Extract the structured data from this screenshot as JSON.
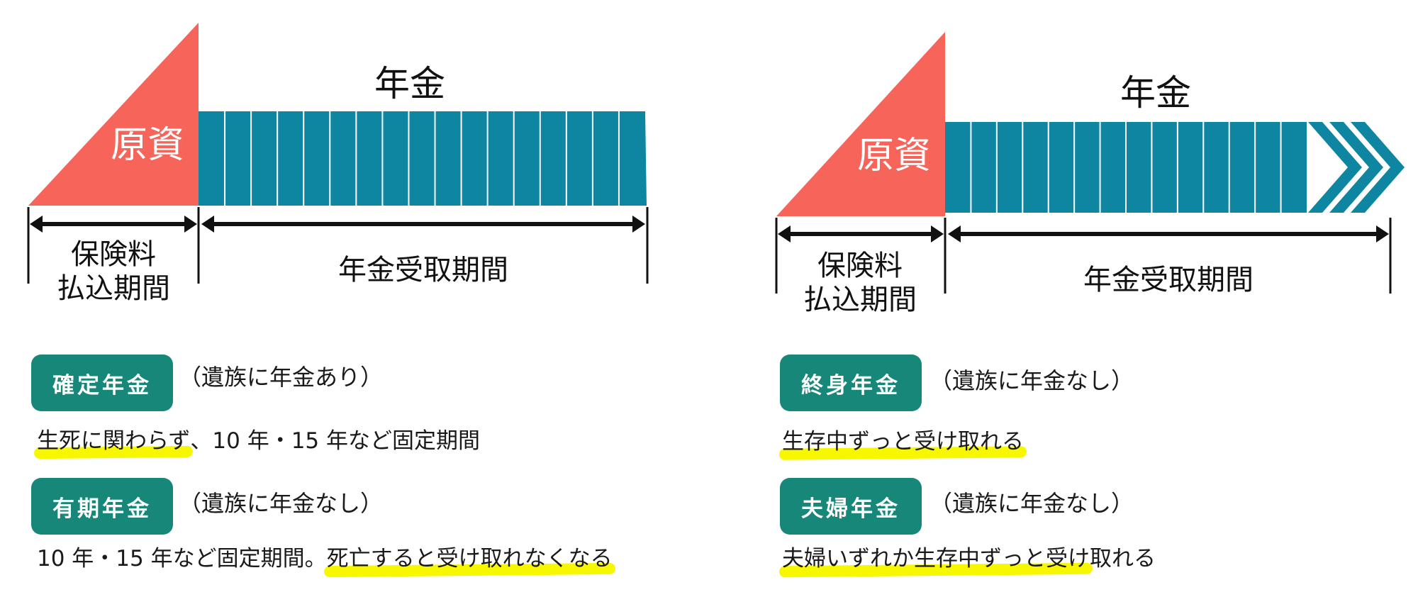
{
  "colors": {
    "principal": "#f7645a",
    "bars": "#0e86a2",
    "badge": "#17877a",
    "highlight": "#f7f700"
  },
  "left": {
    "diagram": {
      "pension_label": "年金",
      "principal_label": "原資",
      "pay_period_line1": "保険料",
      "pay_period_line2": "払込期間",
      "receive_period": "年金受取期間"
    },
    "items": [
      {
        "badge": "確定年金",
        "note": "（遺族に年金あり）",
        "desc_hl": "生死に関わらず",
        "desc_rest": "、10 年・15 年など固定期間"
      },
      {
        "badge": "有期年金",
        "note": "（遺族に年金なし）",
        "desc_plain": "10 年・15 年など固定期間。",
        "desc_hl": "死亡すると受け取れなくなる"
      }
    ]
  },
  "right": {
    "diagram": {
      "pension_label": "年金",
      "principal_label": "原資",
      "pay_period_line1": "保険料",
      "pay_period_line2": "払込期間",
      "receive_period": "年金受取期間"
    },
    "items": [
      {
        "badge": "終身年金",
        "note": "（遺族に年金なし）",
        "desc_hl": "生存中ずっと受け取れる"
      },
      {
        "badge": "夫婦年金",
        "note": "（遺族に年金なし）",
        "desc_hl": "夫婦いずれか生存中ずっと受け",
        "desc_rest": "取れる"
      }
    ]
  }
}
